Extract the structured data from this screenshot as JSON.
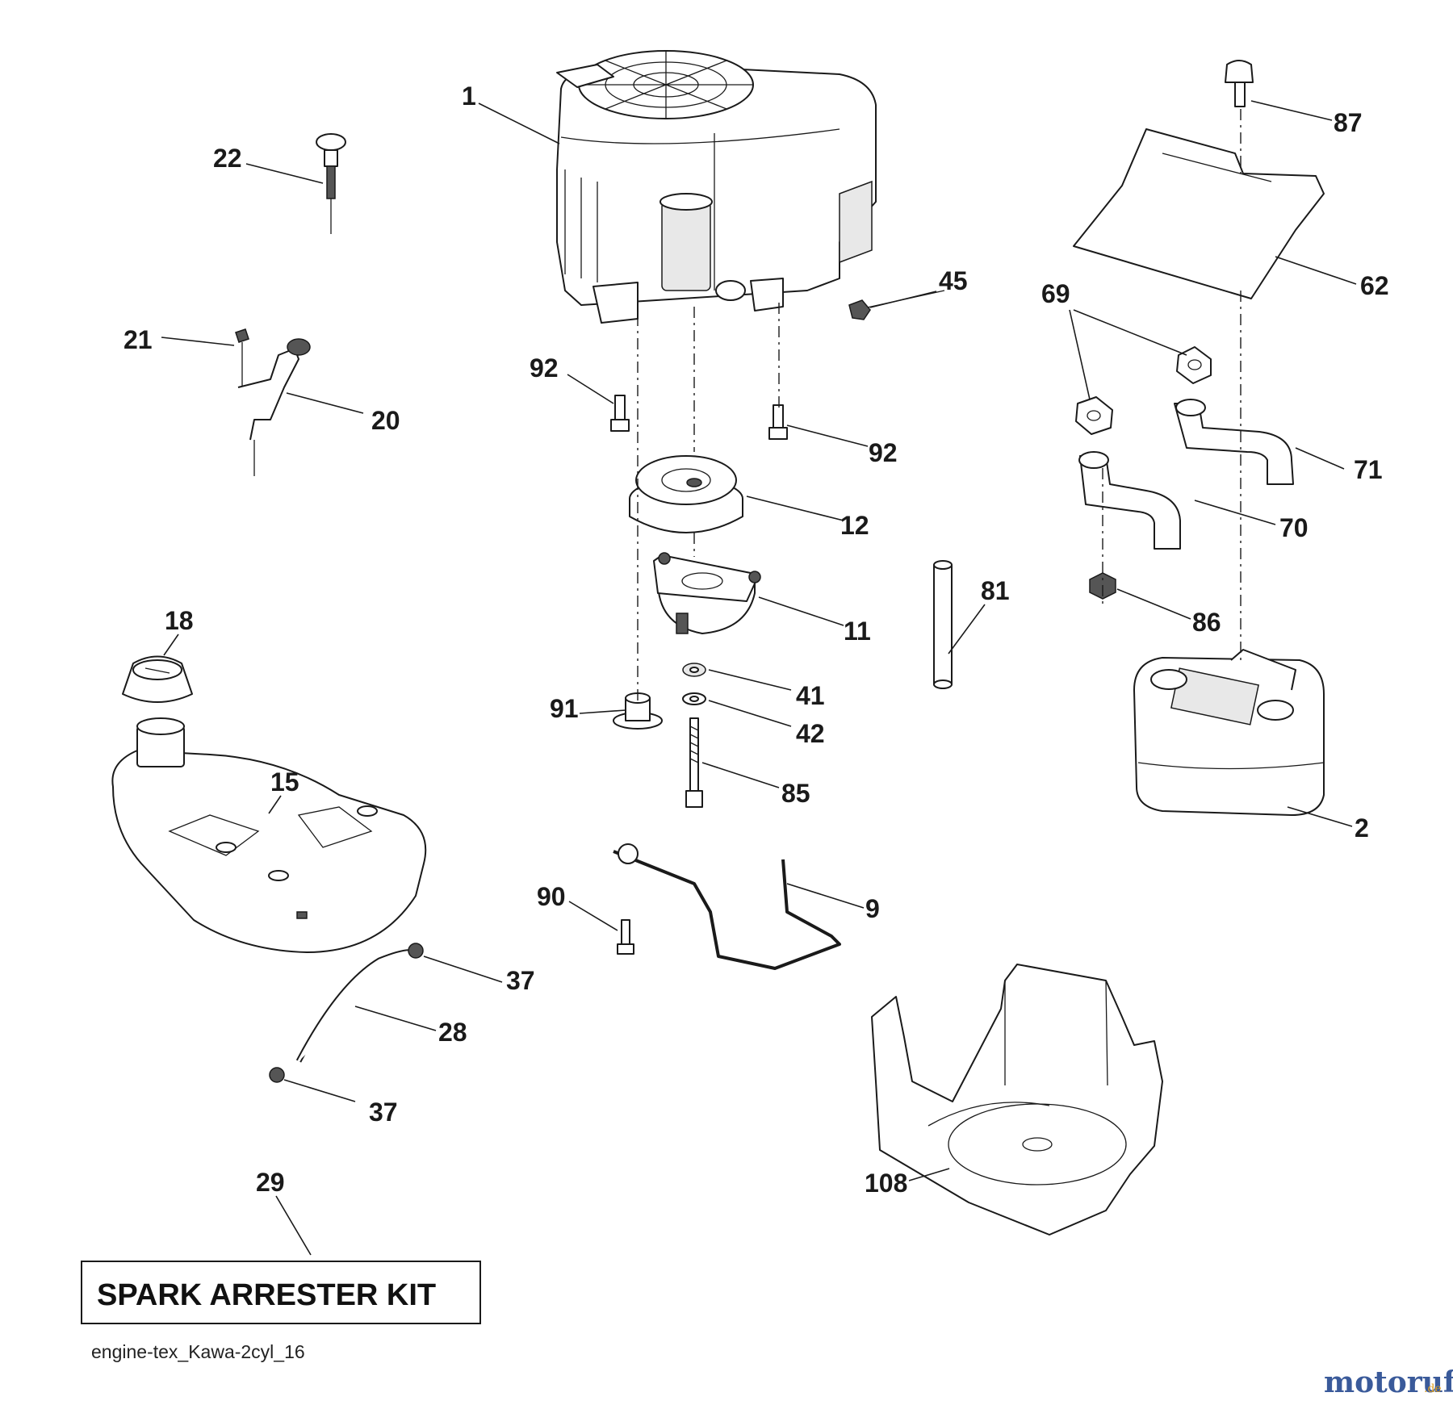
{
  "diagram": {
    "file_name": "engine-tex_Kawa-2cyl_16",
    "kit_label": "SPARK ARRESTER KIT",
    "watermark": {
      "main": "motoruf",
      "suffix": ".de",
      "color_primary": "#3a5a9a",
      "color_accent": "#e0a020"
    },
    "callouts": [
      "1",
      "22",
      "21",
      "20",
      "92",
      "92",
      "12",
      "11",
      "41",
      "42",
      "85",
      "91",
      "18",
      "15",
      "90",
      "9",
      "37",
      "28",
      "37",
      "29",
      "45",
      "87",
      "62",
      "69",
      "71",
      "70",
      "81",
      "86",
      "2",
      "108"
    ]
  }
}
